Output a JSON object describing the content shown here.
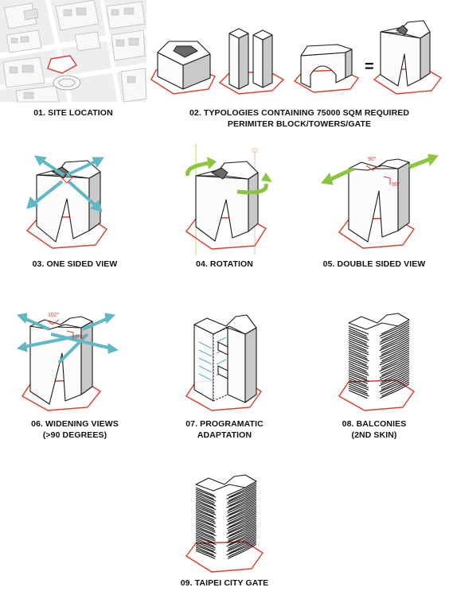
{
  "captions": {
    "p1": "01. SITE LOCATION",
    "p2_line1": "02. TYPOLOGIES CONTAINING 75000 SQM REQUIRED",
    "p2_line2": "PERIMITER BLOCK/TOWERS/GATE",
    "p3": "03. ONE SIDED VIEW",
    "p4": "04. ROTATION",
    "p5": "05. DOUBLE SIDED VIEW",
    "p6_line1": "06. WIDENING VIEWS",
    "p6_line2": "(>90 DEGREES)",
    "p7_line1": "07. PROGRAMATIC",
    "p7_line2": "ADAPTATION",
    "p8_line1": "08. BALCONIES",
    "p8_line2": "(2ND SKIN)",
    "p9": "09. TAIPEI CITY GATE"
  },
  "symbols": {
    "equals": "="
  },
  "angle_labels": {
    "p5_top": "90°",
    "p5_side": "90°",
    "p6_top": "102°",
    "p6_side": "102°"
  },
  "colors": {
    "plot_outline": "#e03a2a",
    "view_arrow": "#5fb8c4",
    "rotation_arrow": "#8cc63f",
    "angle_marker": "#e03a2a"
  }
}
